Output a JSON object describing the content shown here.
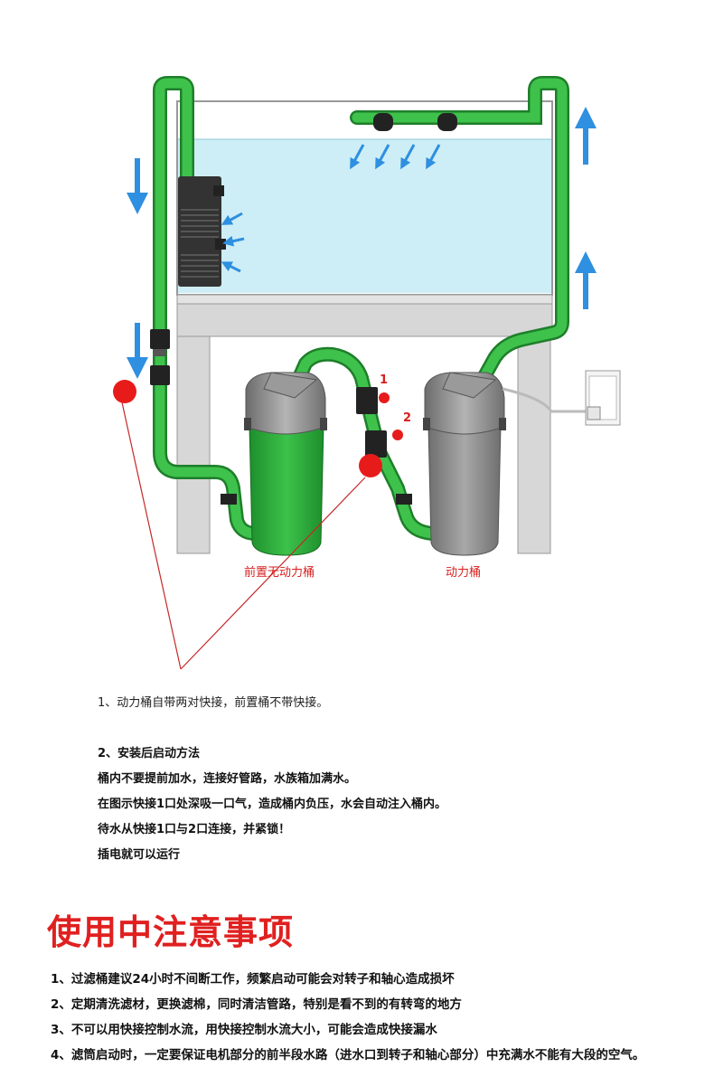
{
  "diagram": {
    "label_pre_bucket": "前置无动力桶",
    "label_power_bucket": "动力桶",
    "marker_1": "1",
    "marker_2": "2"
  },
  "note1": "1、动力桶自带两对快接，前置桶不带快接。",
  "steps": {
    "title": "2、安装后启动方法",
    "lines": [
      "桶内不要提前加水，连接好管路，水族箱加满水。",
      "在图示快接1口处深吸一口气，造成桶内负压，水会自动注入桶内。",
      "待水从快接1口与2口连接，并紧锁！",
      "插电就可以运行"
    ]
  },
  "precautions": {
    "heading": "使用中注意事项",
    "items": [
      "1、过滤桶建议24小时不间断工作，频繁启动可能会对转子和轴心造成损坏",
      "2、定期清洗滤材，更换滤棉，同时清洁管路，特别是看不到的有转弯的地方",
      "3、不可以用快接控制水流，用快接控制水流大小，可能会造成快接漏水",
      "4、滤筒启动时，一定要保证电机部分的前半段水路（进水口到转子和轴心部分）中充满水不能有大段的空气。"
    ]
  },
  "colors": {
    "accent_red": "#e02020",
    "hose_green": "#2ea83a",
    "water_blue": "#cdeef6",
    "arrow_blue": "#2f8fe0"
  }
}
